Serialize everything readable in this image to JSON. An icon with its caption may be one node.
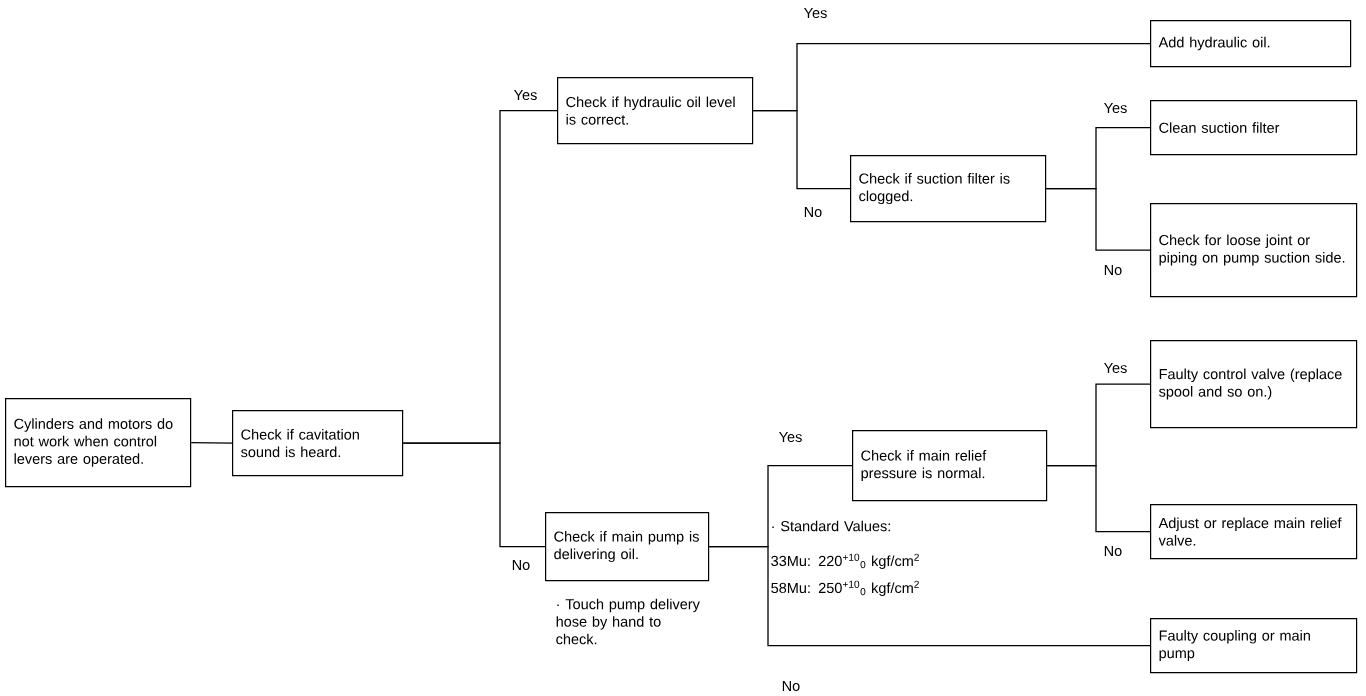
{
  "diagram": {
    "nodes": [
      {
        "text": [
          "Cylinders and motors do not work when control levers are operated."
        ]
      },
      {
        "text": [
          "Check if cavitation sound is heard."
        ]
      },
      {
        "text": [
          "Check if hydraulic oil level is correct."
        ]
      },
      {
        "text": [
          "Add hydraulic oil."
        ]
      },
      {
        "text": [
          "Check if suction filter is clogged."
        ]
      },
      {
        "text": [
          "Clean suction filter"
        ]
      },
      {
        "text": [
          "Check for loose joint or piping on pump suction side."
        ]
      },
      {
        "text": [
          "Check if main pump is delivering oil."
        ],
        "beside": [
          "· Touch pump delivery hose by hand to check."
        ]
      },
      {
        "text": [
          "Check if main relief pressure is normal."
        ],
        "beside": [
          "· Standard Values:",
          "33Mu: 220$^{+10}$$_{0}$ kgf/cm$^{2}$",
          "58Mu: 250$^{+10}$$_{0}$ kgf/cm$^{2}$"
        ]
      },
      {
        "text": [
          "Faulty control valve (replace spool and so on.)"
        ]
      },
      {
        "text": [
          "Adjust or replace main relief valve."
        ]
      },
      {
        "text": [
          "Faulty coupling or main pump"
        ]
      }
    ],
    "edges": [
      {
        "from": 0,
        "to": 1,
        "arrow": "none"
      },
      {
        "from": 1,
        "to": 2,
        "arrow": "none",
        "label": "Yes"
      },
      {
        "from": 1,
        "to": 7,
        "arrow": "none",
        "label": "No"
      },
      {
        "from": 2,
        "to": 3,
        "arrow": "none",
        "label": "Yes"
      },
      {
        "from": 2,
        "to": 4,
        "arrow": "none",
        "label": "No"
      },
      {
        "from": 4,
        "to": 5,
        "arrow": "none",
        "label": "Yes"
      },
      {
        "from": 4,
        "to": 6,
        "arrow": "none",
        "label": "No"
      },
      {
        "from": 7,
        "to": 8,
        "arrow": "none",
        "label": "Yes"
      },
      {
        "from": 7,
        "to": 11,
        "arrow": "none",
        "label": "No"
      },
      {
        "from": 8,
        "to": 9,
        "arrow": "none",
        "label": "Yes"
      },
      {
        "from": 8,
        "to": 10,
        "arrow": "none",
        "label": "No"
      }
    ]
  }
}
